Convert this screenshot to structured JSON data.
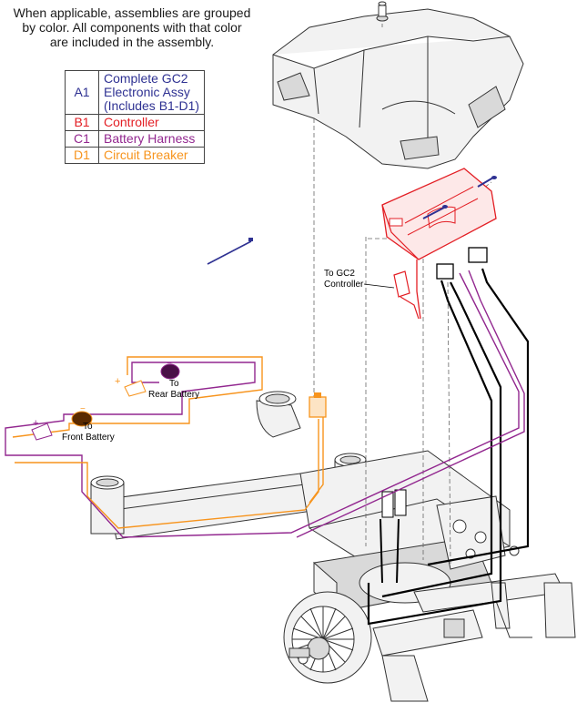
{
  "note": {
    "line1": "When applicable, assemblies are grouped",
    "line2": "by color. All components with that color",
    "line3": "are included in the assembly."
  },
  "legend": [
    {
      "code": "A1",
      "lines": [
        "Complete GC2",
        "Electronic Assy",
        "(Includes B1-D1)"
      ],
      "color": "#2e3192"
    },
    {
      "code": "B1",
      "lines": [
        "Controller"
      ],
      "color": "#e31e24"
    },
    {
      "code": "C1",
      "lines": [
        "Battery Harness"
      ],
      "color": "#92278f"
    },
    {
      "code": "D1",
      "lines": [
        "Circuit Breaker"
      ],
      "color": "#f7941d"
    }
  ],
  "callouts": {
    "gc2_line1": "To GC2",
    "gc2_line2": "Controller",
    "rear_line1": "To",
    "rear_line2": "Rear Battery",
    "front_line1": "To",
    "front_line2": "Front Battery"
  },
  "colors": {
    "controller": "#e31e24",
    "harness": "#92278f",
    "breaker": "#f7941d",
    "cable": "#000000",
    "frame": "#333333"
  }
}
